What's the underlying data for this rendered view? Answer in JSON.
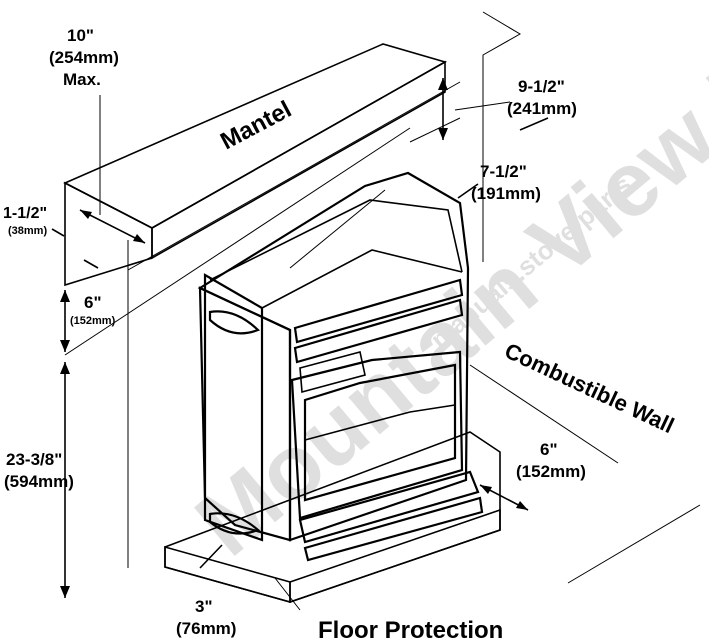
{
  "diagram": {
    "mantel_label": "Mantel",
    "wall_label": "Combustible Wall",
    "floor_label": "Floor Protection",
    "dim_mantel_depth": {
      "imperial": "10\"",
      "metric": "(254mm)",
      "note": "Max."
    },
    "dim_mantel_thickness": {
      "imperial": "1-1/2\"",
      "metric": "(38mm)"
    },
    "dim_mantel_gap": {
      "imperial": "6\"",
      "metric": "(152mm)"
    },
    "dim_mantel_height": {
      "imperial": "23-3/8\"",
      "metric": "(594mm)"
    },
    "dim_top_wall": {
      "imperial": "9-1/2\"",
      "metric": "(241mm)"
    },
    "dim_top_back": {
      "imperial": "7-1/2\"",
      "metric": "(191mm)"
    },
    "dim_side": {
      "imperial": "6\"",
      "metric": "(152mm)"
    },
    "dim_front": {
      "imperial": "3\"",
      "metric": "(76mm)"
    },
    "watermark": "Mountain View Hearth",
    "watermark_url": "manuals.stove-parts"
  }
}
